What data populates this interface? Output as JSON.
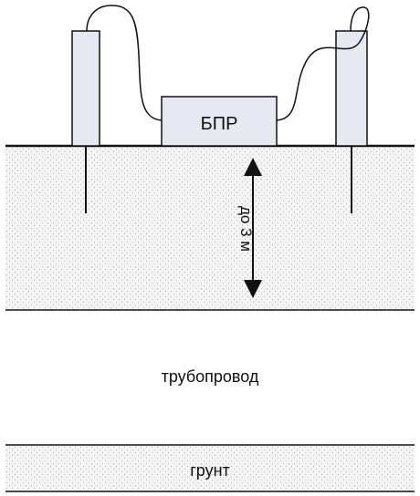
{
  "labels": {
    "unit": "БПР",
    "depth": "до 3 м",
    "pipeline": "трубопровод",
    "soil": "грунт"
  },
  "colors": {
    "line": "#111111",
    "probe_fill": "#e6e9f2",
    "unit_fill": "#e6e9f2",
    "soil_fill": "#f4f4f4",
    "soil_dot": "#b8b8b8"
  }
}
